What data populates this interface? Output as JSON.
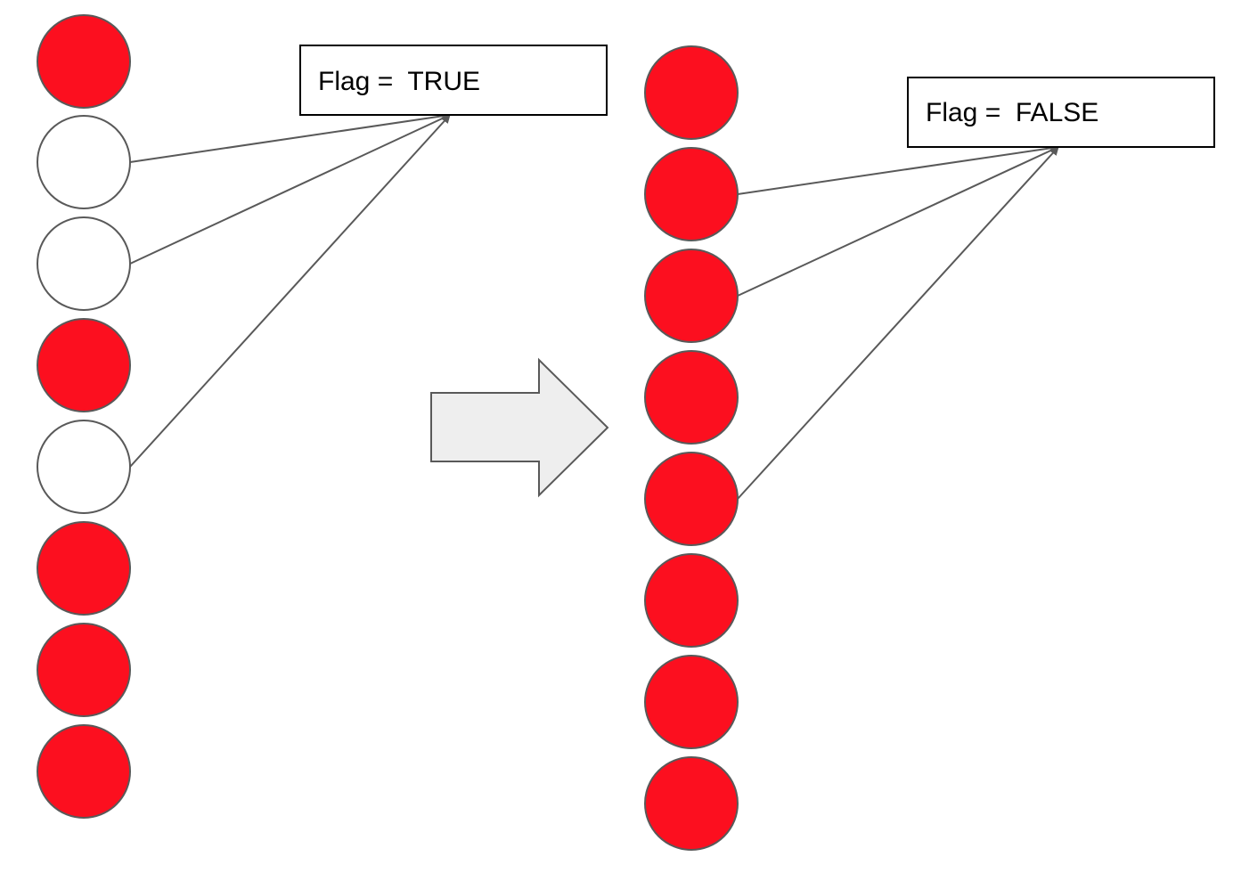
{
  "colors": {
    "filled": "#fc0f1f",
    "empty": "#ffffff",
    "outline": "#595959",
    "connector": "#595959",
    "big_arrow_fill": "#eeeeee",
    "big_arrow_stroke": "#595959"
  },
  "before": {
    "flag_label": "Flag =  TRUE",
    "slots": [
      "filled",
      "empty",
      "empty",
      "filled",
      "empty",
      "filled",
      "filled",
      "filled"
    ],
    "connected_slots": [
      1,
      2,
      4
    ]
  },
  "after": {
    "flag_label": "Flag =  FALSE",
    "slots": [
      "filled",
      "filled",
      "filled",
      "filled",
      "filled",
      "filled",
      "filled",
      "filled"
    ],
    "connected_slots": [
      1,
      2,
      4
    ]
  }
}
